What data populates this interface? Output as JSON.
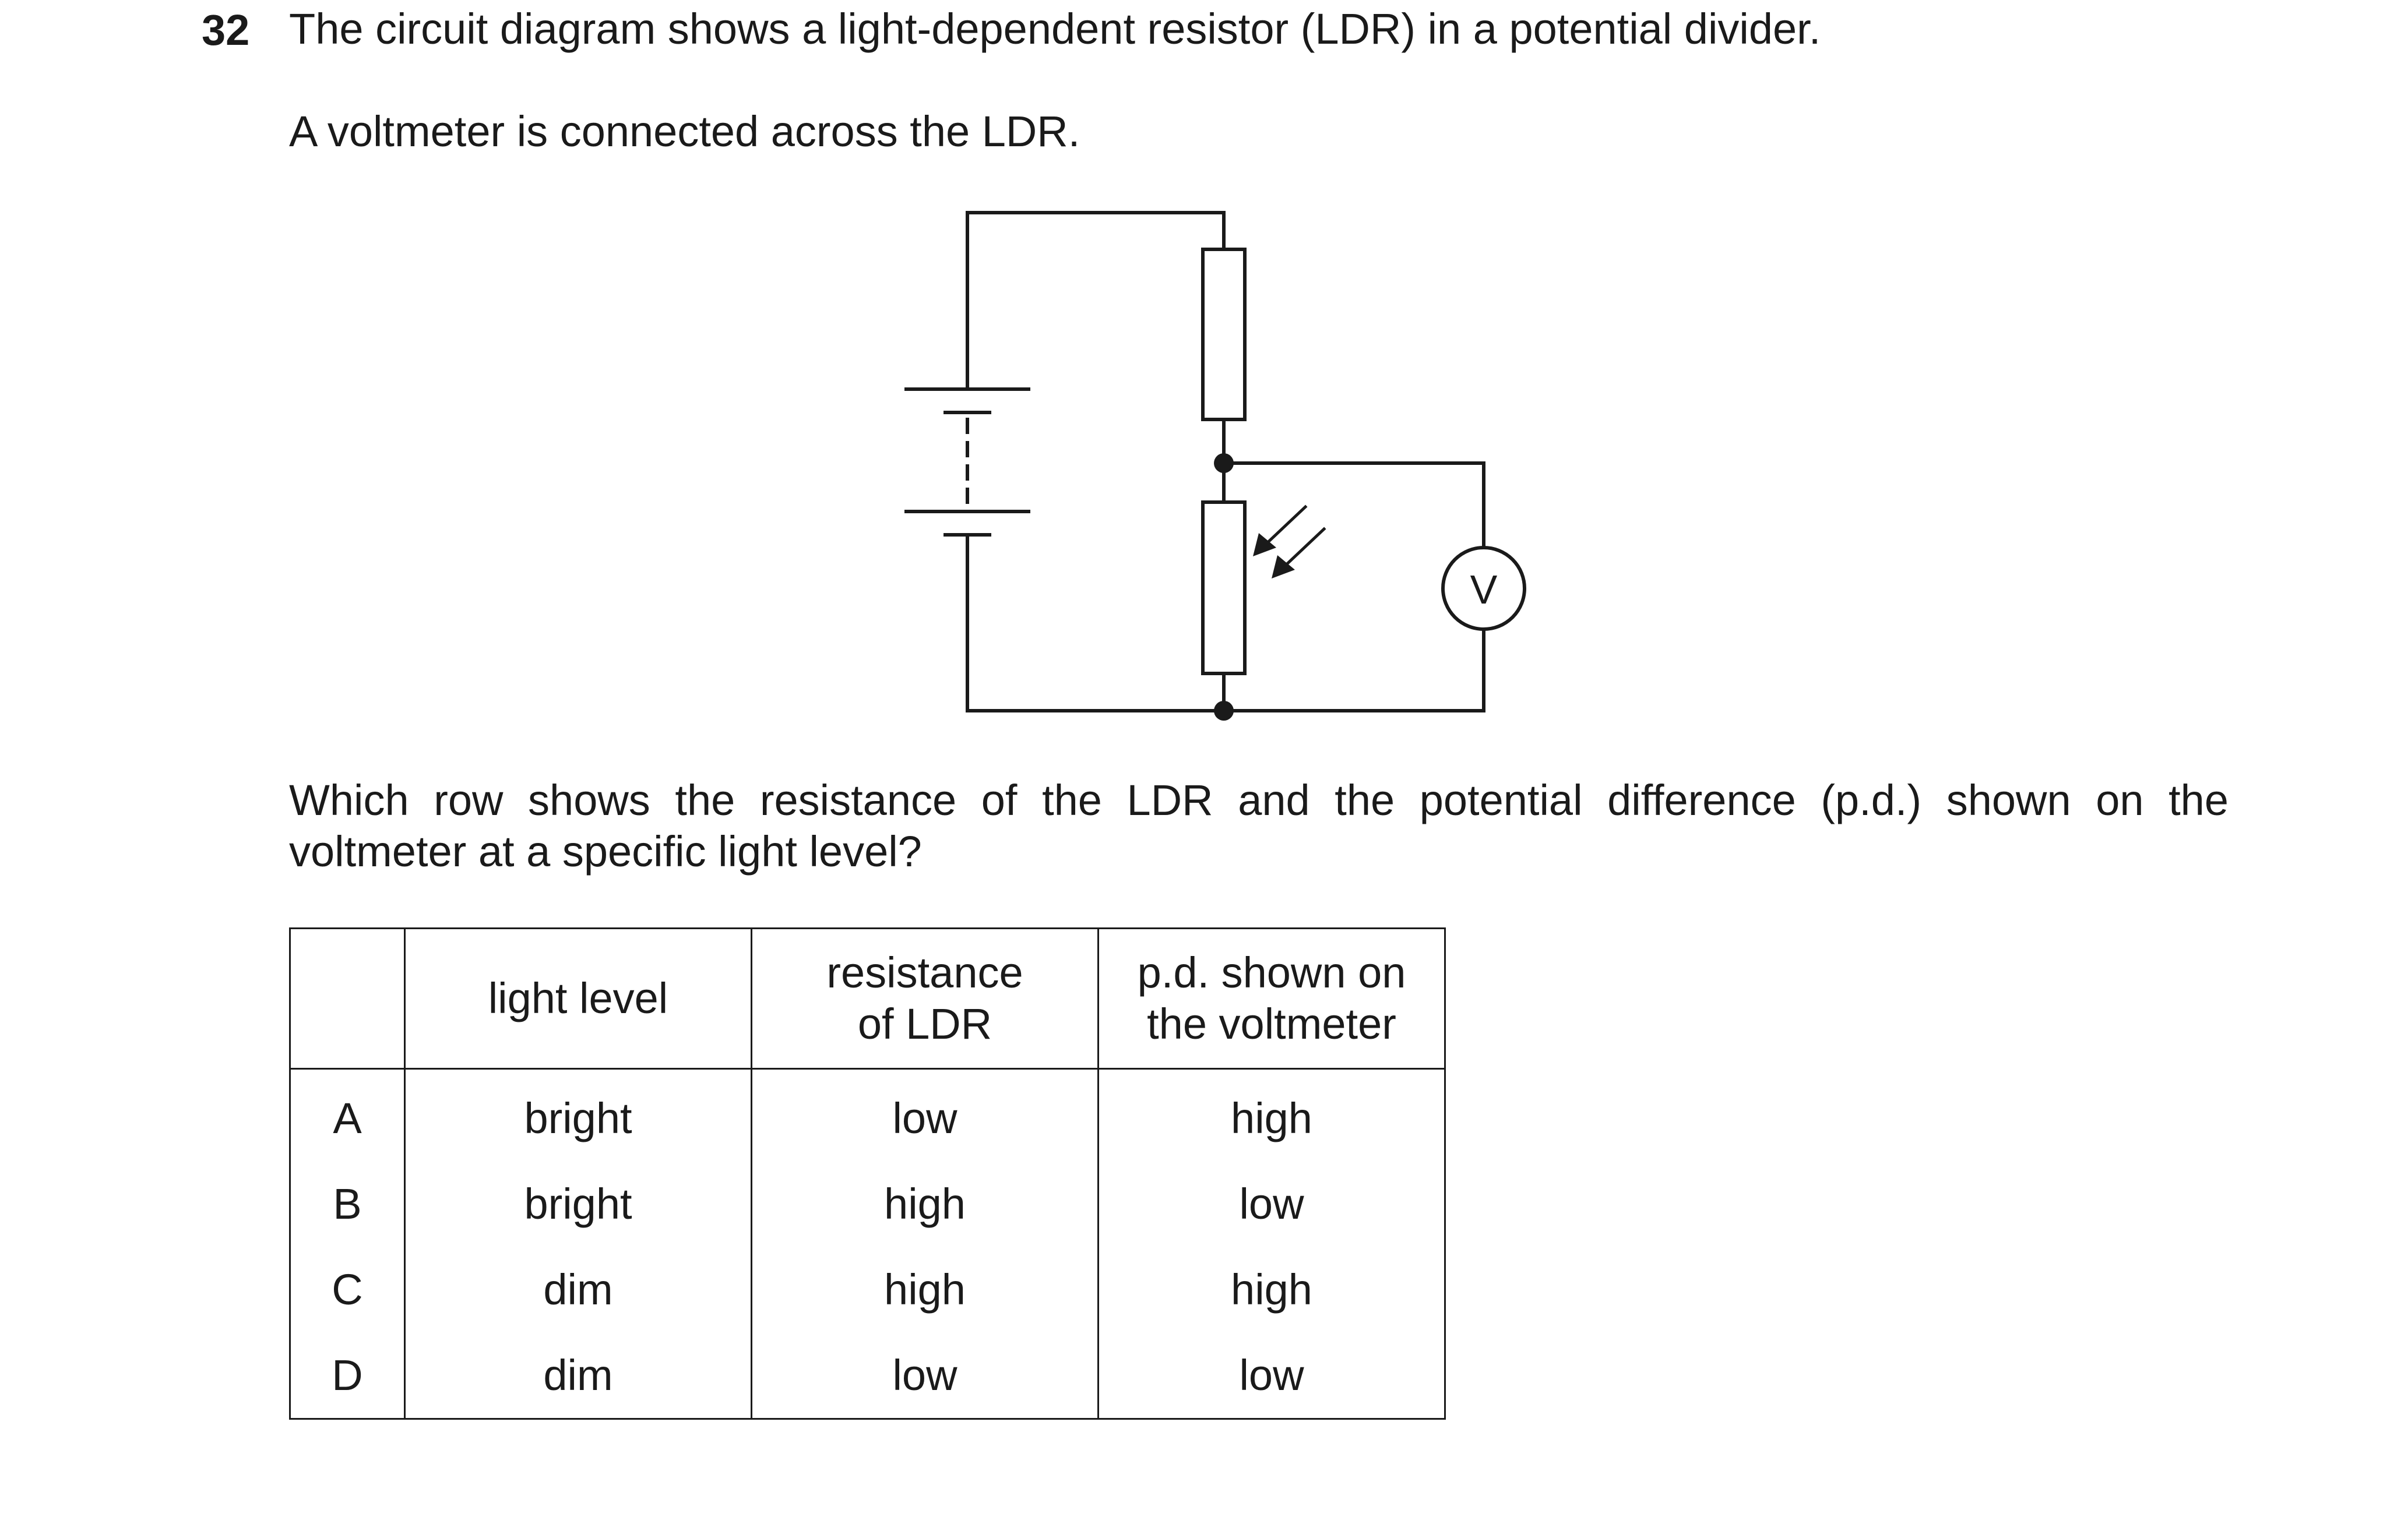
{
  "question": {
    "number": "32",
    "stem_line1": "The circuit diagram shows a light-dependent resistor (LDR) in a potential divider.",
    "stem_line2": "A voltmeter is connected across the LDR.",
    "prompt_line1": "Which row shows the resistance of the LDR and the potential difference (p.d.) shown on the",
    "prompt_line2": "voltmeter at a specific light level?"
  },
  "diagram": {
    "voltmeter_label": "V"
  },
  "table": {
    "headers": {
      "light_level": "light level",
      "resistance_line1": "resistance",
      "resistance_line2": "of LDR",
      "pd_line1": "p.d. shown on",
      "pd_line2": "the voltmeter"
    },
    "rows": [
      {
        "letter": "A",
        "light": "bright",
        "resistance": "low",
        "pd": "high"
      },
      {
        "letter": "B",
        "light": "bright",
        "resistance": "high",
        "pd": "low"
      },
      {
        "letter": "C",
        "light": "dim",
        "resistance": "high",
        "pd": "high"
      },
      {
        "letter": "D",
        "light": "dim",
        "resistance": "low",
        "pd": "low"
      }
    ]
  }
}
